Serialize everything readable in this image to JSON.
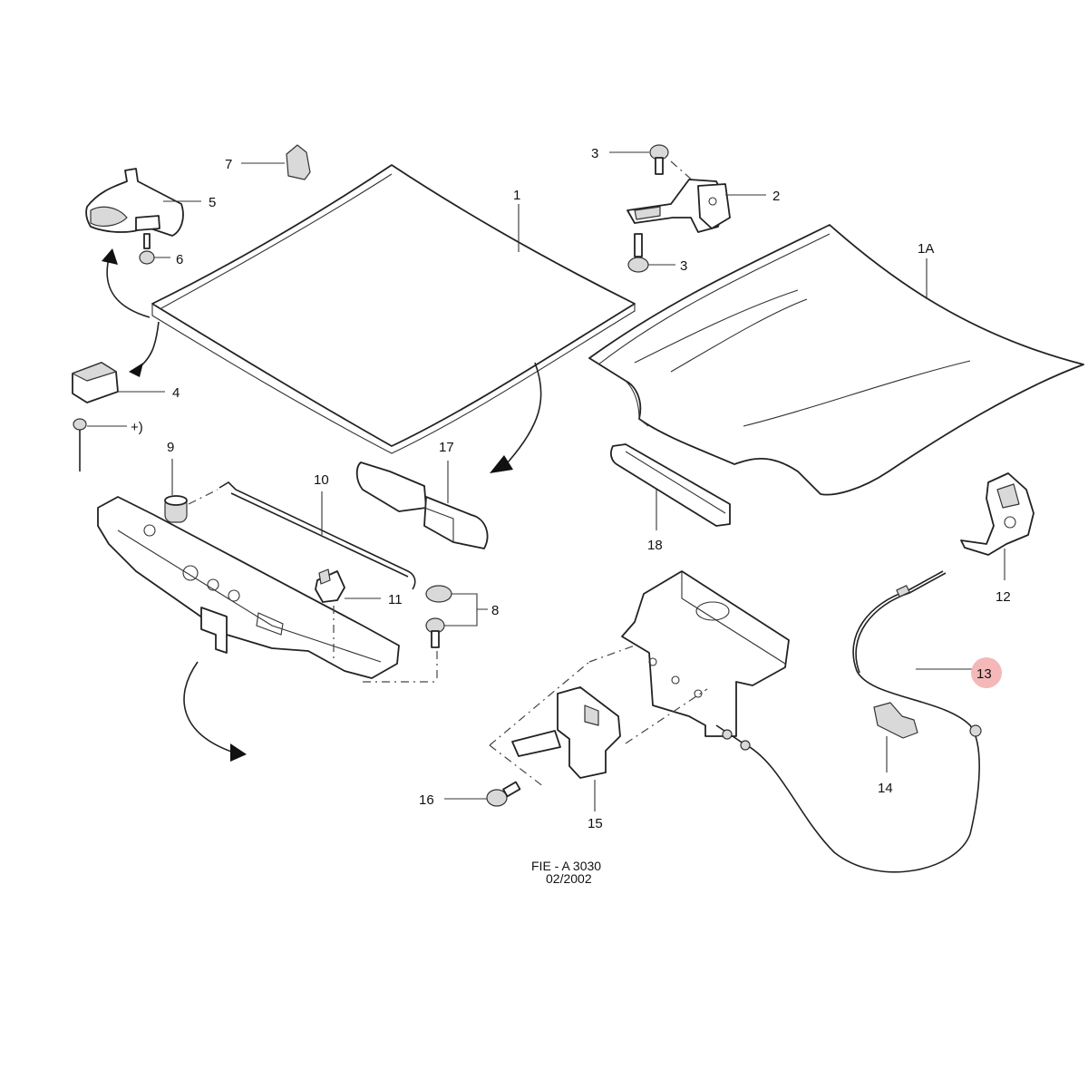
{
  "diagram": {
    "labels": {
      "p1": "1",
      "p1a": "1A",
      "p2": "2",
      "p3a": "3",
      "p3b": "3",
      "p4": "4",
      "p4plus": "+)",
      "p5": "5",
      "p6": "6",
      "p7": "7",
      "p8": "8",
      "p9": "9",
      "p10": "10",
      "p11": "11",
      "p12": "12",
      "p13": "13",
      "p14": "14",
      "p15": "15",
      "p16": "16",
      "p17": "17",
      "p18": "18"
    },
    "highlight_color": "#f4b8b8",
    "caption_line1": "FIE - A 3030",
    "caption_line2": "02/2002"
  }
}
